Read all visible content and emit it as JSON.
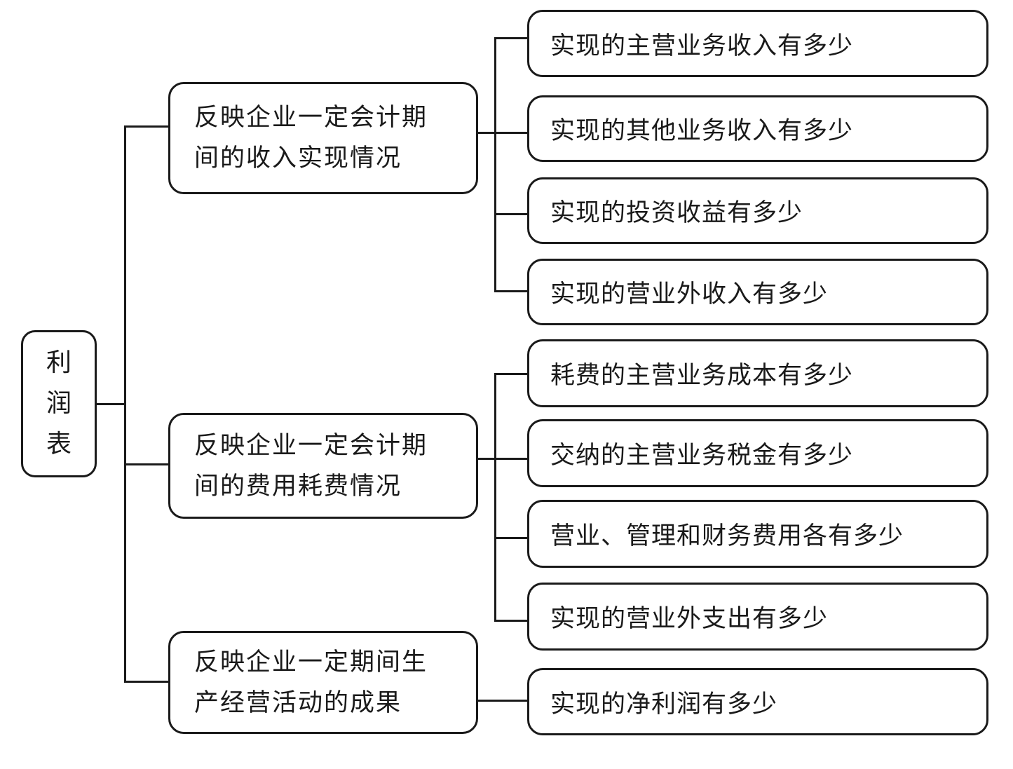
{
  "diagram": {
    "root": {
      "label_chars": [
        "利",
        "润",
        "表"
      ]
    },
    "branches": [
      {
        "label": "反映企业一定会计期间的收入实现情况",
        "lines": [
          "反映企业一定会计期",
          "间的收入实现情况"
        ],
        "children": [
          "实现的主营业务收入有多少",
          "实现的其他业务收入有多少",
          "实现的投资收益有多少",
          "实现的营业外收入有多少"
        ]
      },
      {
        "label": "反映企业一定会计期间的费用耗费情况",
        "lines": [
          "反映企业一定会计期",
          "间的费用耗费情况"
        ],
        "children": [
          "耗费的主营业务成本有多少",
          "交纳的主营业务税金有多少",
          "营业、管理和财务费用各有多少",
          "实现的营业外支出有多少"
        ]
      },
      {
        "label": "反映企业一定期间生产经营活动的成果",
        "lines": [
          "反映企业一定期间生",
          "产经营活动的成果"
        ],
        "children": [
          "实现的净利润有多少"
        ]
      }
    ]
  }
}
